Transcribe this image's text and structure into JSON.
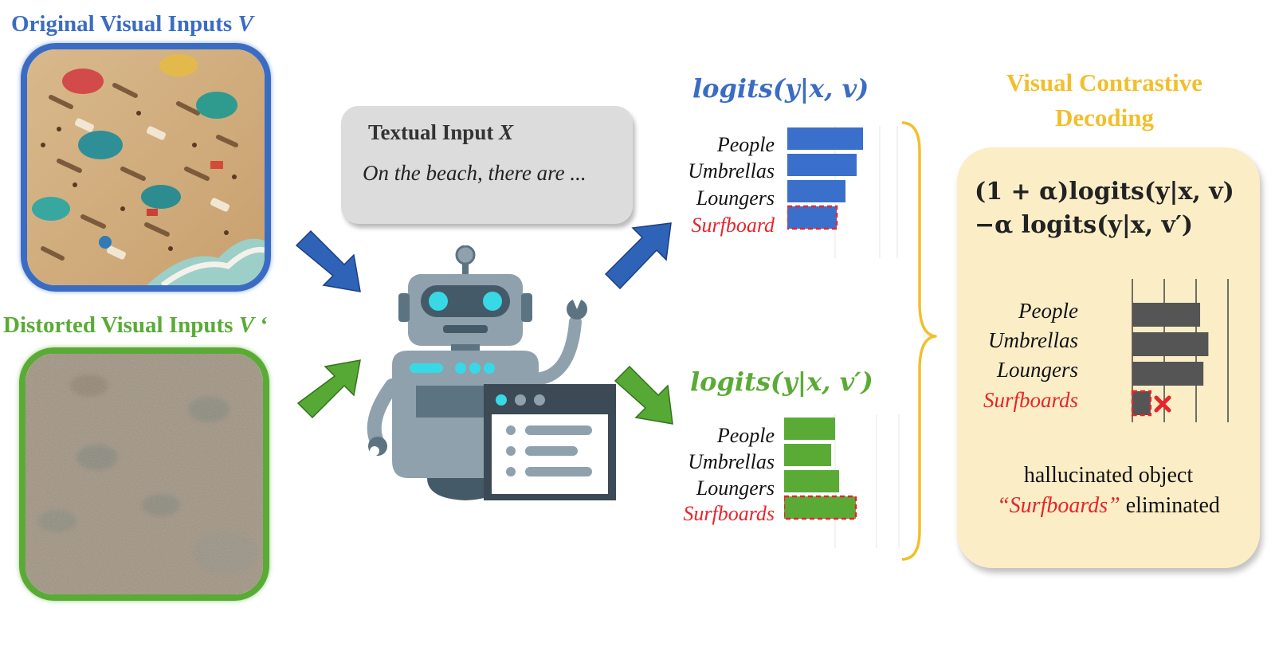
{
  "inputs": {
    "original_title": "Original Visual Inputs",
    "original_symbol": "V",
    "distorted_title": "Distorted Visual Inputs",
    "distorted_symbol": "V ‘"
  },
  "textual": {
    "title": "Textual Input",
    "symbol": "X",
    "text": "On the beach, there are ..."
  },
  "top_chart": {
    "title": "logits(y|x, v)",
    "labels": [
      "People",
      "Umbrellas",
      "Loungers",
      "Surfboard"
    ]
  },
  "bottom_chart": {
    "title": "logits(y|x, v′)",
    "labels": [
      "People",
      "Umbrellas",
      "Loungers",
      "Surfboards"
    ]
  },
  "vcd": {
    "title": "Visual Contrastive Decoding",
    "formula_line1": "(1 + α)logits(y|x, v)",
    "formula_line2": "−α logits(y|x, v′)",
    "labels": [
      "People",
      "Umbrellas",
      "Loungers",
      "Surfboards"
    ],
    "note_line1": "hallucinated object",
    "note_quote": "“Surfboards”",
    "note_rest": "eliminated"
  },
  "chart_data": [
    {
      "type": "bar",
      "orientation": "horizontal",
      "categories": [
        "People",
        "Umbrellas",
        "Loungers",
        "Surfboard"
      ],
      "values": [
        95,
        87,
        73,
        62
      ],
      "xlim": [
        0,
        140
      ],
      "highlight": "Surfboard",
      "color": "#3a70cc"
    },
    {
      "type": "bar",
      "orientation": "horizontal",
      "categories": [
        "People",
        "Umbrellas",
        "Loungers",
        "Surfboards"
      ],
      "values": [
        64,
        59,
        69,
        90
      ],
      "xlim": [
        0,
        140
      ],
      "highlight": "Surfboards",
      "color": "#5aab36"
    },
    {
      "type": "bar",
      "orientation": "horizontal",
      "categories": [
        "People",
        "Umbrellas",
        "Loungers",
        "Surfboards"
      ],
      "values": [
        82,
        92,
        86,
        22
      ],
      "xlim": [
        0,
        135
      ],
      "highlight": "Surfboards",
      "color": "#555555"
    }
  ],
  "colors": {
    "blue": "#3a6cc4",
    "green": "#5aab36",
    "gold": "#f2bf2c",
    "red": "#e8242a",
    "robot": "#8fa1ad"
  },
  "icons": [
    "robot-icon",
    "window-list-icon",
    "cross-icon",
    "curly-brace-icon",
    "arrow-icon"
  ]
}
